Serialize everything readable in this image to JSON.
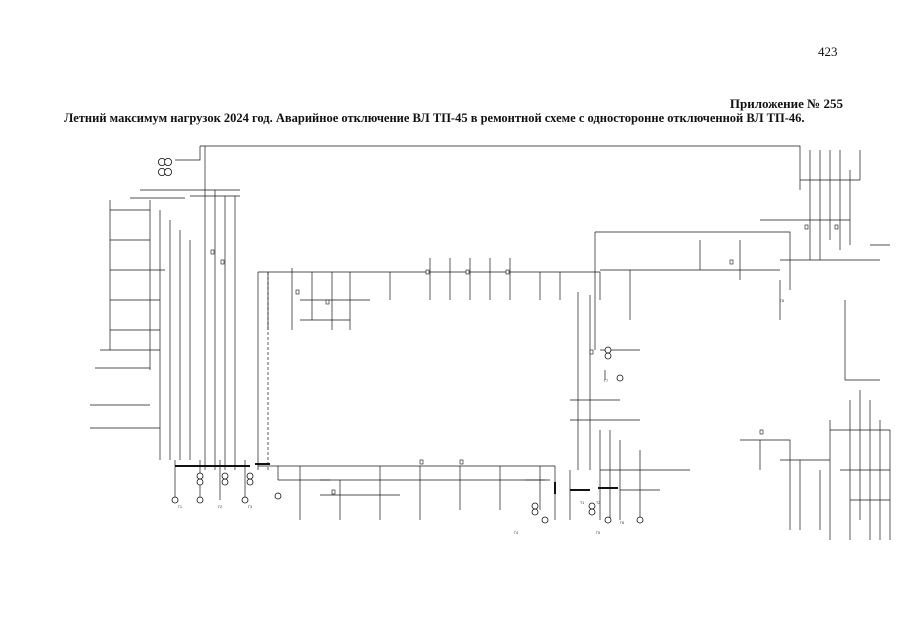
{
  "page_number": "423",
  "appendix": "Приложение № 255",
  "title": "Летний максимум нагрузок 2024 год. Аварийное отключение ВЛ ТП-45 в ремонтной схеме с односторонне отключенной ВЛ ТП-46.",
  "diagram": {
    "generators": [
      "Г1",
      "Г2",
      "Г3",
      "Г4",
      "Г5",
      "Г6",
      "Г7",
      "Г8"
    ],
    "label_t1": "Т1",
    "label_t2": "Т2"
  }
}
